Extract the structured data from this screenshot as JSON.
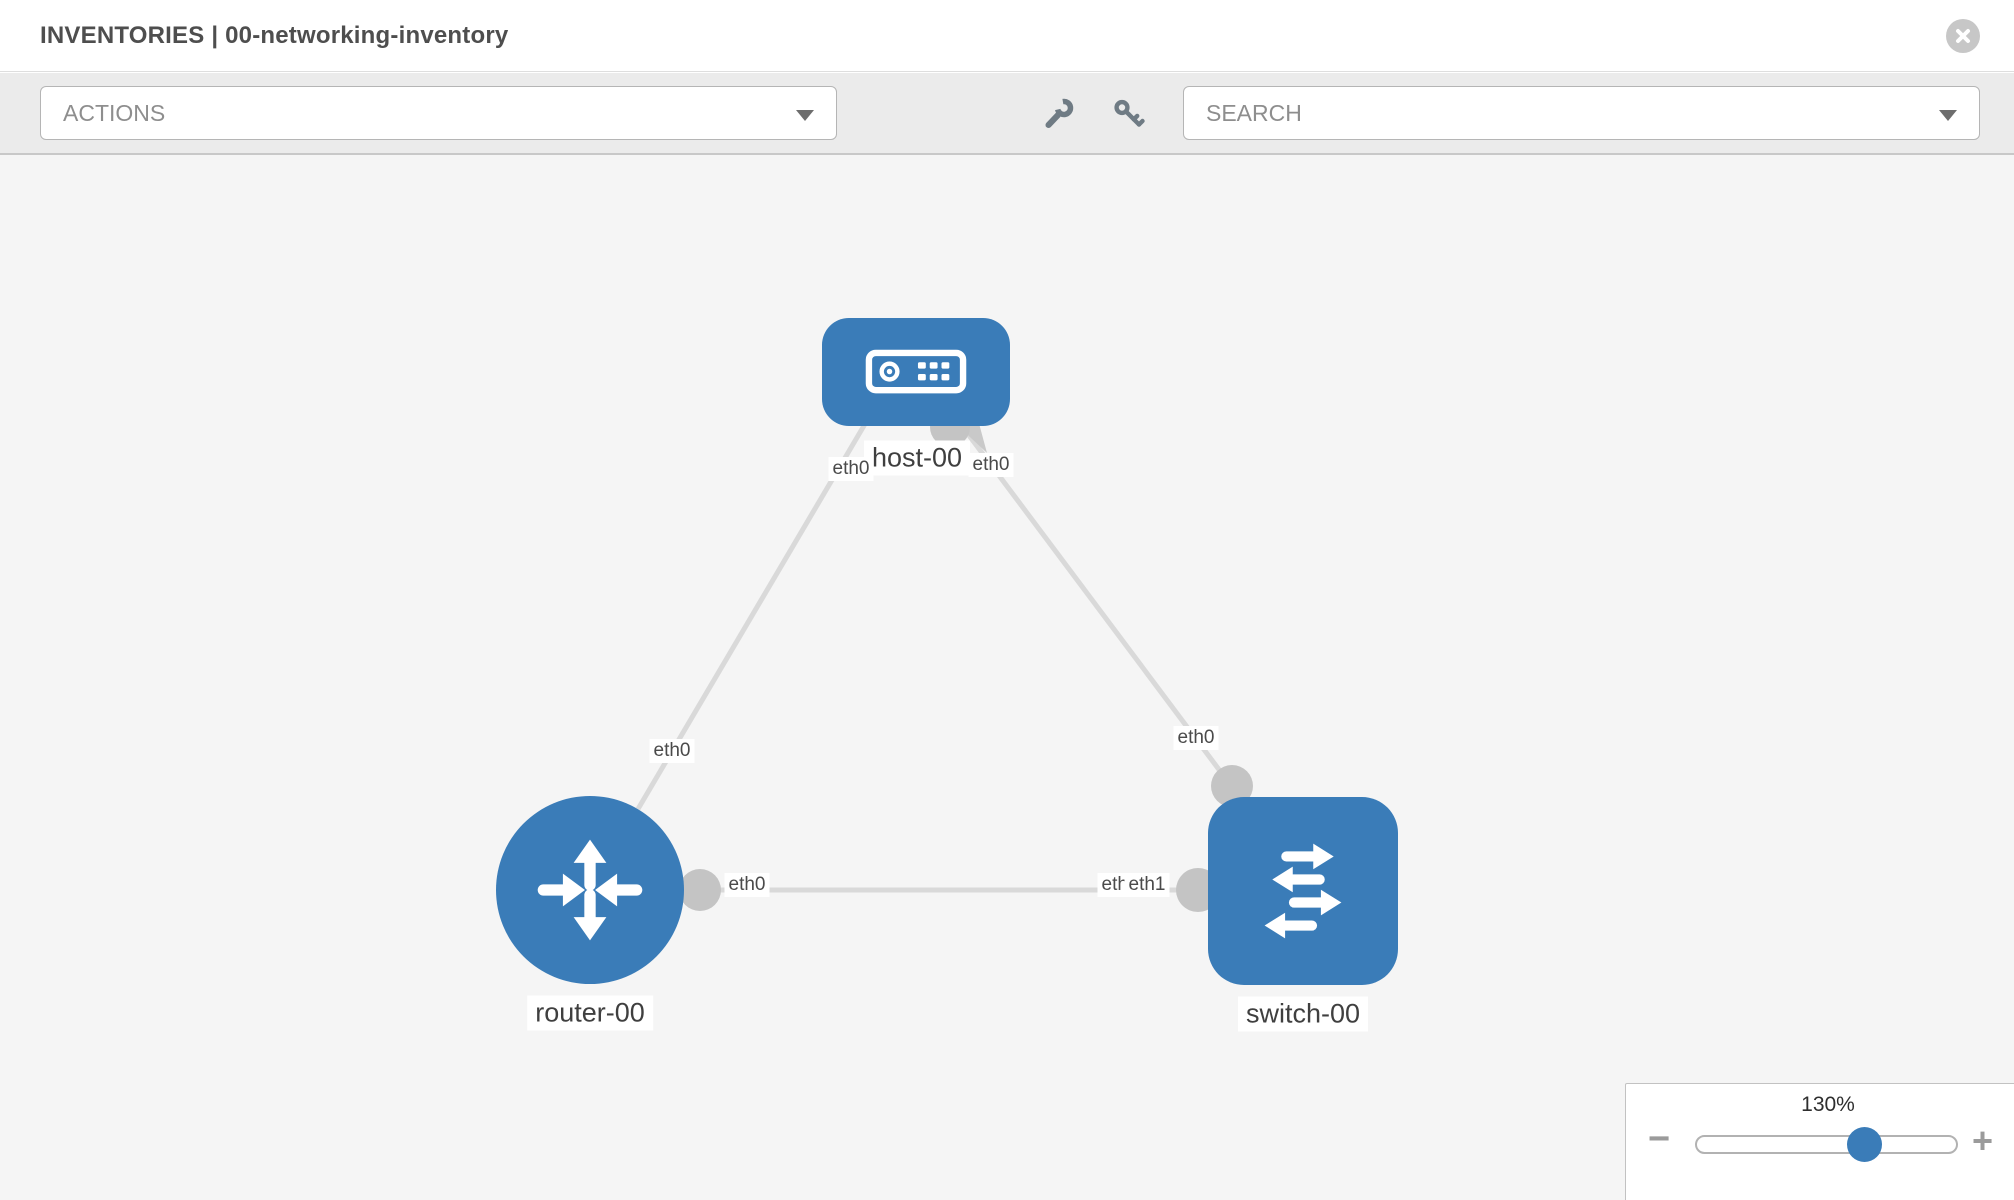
{
  "header": {
    "title": "INVENTORIES | 00-networking-inventory"
  },
  "toolbar": {
    "actions_label": "ACTIONS",
    "search_placeholder": "SEARCH"
  },
  "graph": {
    "nodes": [
      {
        "id": "host-00",
        "type": "host",
        "label": "host-00"
      },
      {
        "id": "router-00",
        "type": "router",
        "label": "router-00"
      },
      {
        "id": "switch-00",
        "type": "switch",
        "label": "switch-00"
      }
    ],
    "edges": [
      {
        "from": "host-00",
        "to": "router-00",
        "from_if": "eth0",
        "to_if": "eth0"
      },
      {
        "from": "host-00",
        "to": "switch-00",
        "from_if": "eth0",
        "to_if": "eth0"
      },
      {
        "from": "router-00",
        "to": "switch-00",
        "from_if": "eth0",
        "to_if": "eth1"
      }
    ],
    "port_labels": {
      "switch_back": "eth0"
    }
  },
  "zoom_control": {
    "level": "130%",
    "minus_label": "−",
    "plus_label": "+"
  },
  "colors": {
    "node_blue": "#3a7cb8",
    "edge_gray": "#d9d9d9",
    "connector_gray": "#c4c4c4",
    "canvas_bg": "#f5f5f5",
    "toolbar_bg": "#ebebeb"
  }
}
